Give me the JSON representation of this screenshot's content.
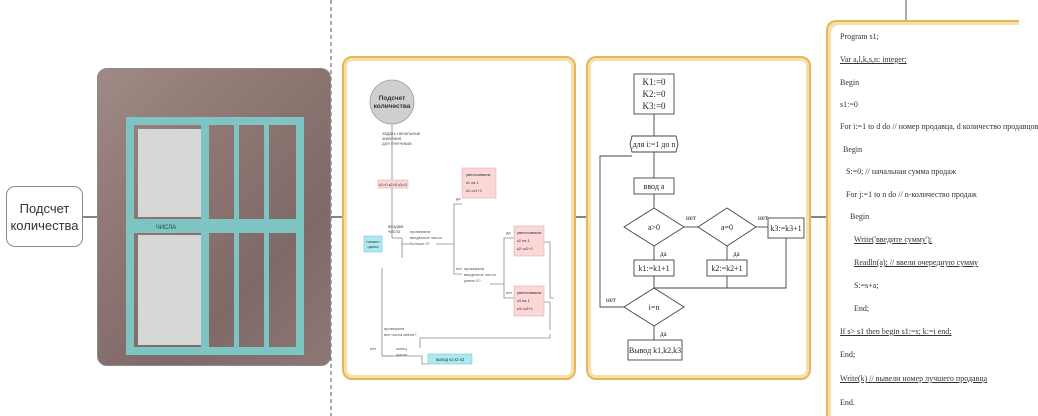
{
  "root_node": {
    "label": "Подсчет количества"
  },
  "photo": {
    "label": "ЧИСЛА"
  },
  "flowchart1": {
    "start": "Подсчет количества",
    "note1": [
      "задать начальные",
      "значения",
      "для счетчиков"
    ],
    "init": "к1=0  к2=0  к3=0",
    "input_label": [
      "вводим",
      "число"
    ],
    "start_cycle": [
      "начало",
      "цикла"
    ],
    "check_positive": [
      "проверяем",
      "введенное число",
      "больше 0?"
    ],
    "yes": "да",
    "no": "нет",
    "inc_k1": [
      "увеличиваем",
      "к1 на 1",
      "к1:=к1+1"
    ],
    "check_zero": [
      "проверяем",
      "введенное число",
      "равно 0?"
    ],
    "inc_k2": [
      "увеличиваем",
      "к2 на 1",
      "к2:=к2+1"
    ],
    "inc_k3": [
      "увеличиваем",
      "к3 на 1",
      "к3:=к3+1"
    ],
    "check_all": [
      "проверяем",
      "все числа ввели?"
    ],
    "end_cycle": [
      "конец",
      "цикла"
    ],
    "output": "вывод к1 к2 к3"
  },
  "flowchart2": {
    "init": [
      "K1:=0",
      "K2:=0",
      "K3:=0"
    ],
    "loop": "для i:=1 до n",
    "input": "ввод a",
    "cond1": "a>0",
    "cond2": "a=0",
    "inc1": "k1:=k1+1",
    "inc2": "k2:=k2+1",
    "inc3": "k3:=k3+1",
    "cond3": "i=n",
    "output": "Вывод k1,k2,k3",
    "yes": "да",
    "no": "нет"
  },
  "code": {
    "lines": [
      "Program s1;",
      "Var a,l,k,s,n: integer;",
      "Begin",
      "s1:=0",
      "For i:=1 to d do   // номер продавца, d количество продавцов",
      "Begin",
      "S:=0;  // начальная сумма продаж",
      "For j:=1 to n do   // n-количество продаж",
      "Begin",
      "Write('введите сумму');",
      "Readln(a);  // ввели очередную сумму",
      "S:=s+a;",
      "End;",
      "If s> s1 then begin s1:=s; k:=i end;",
      "End;",
      "Write(k)   // вывели номер лучшего продавца",
      "End."
    ]
  }
}
